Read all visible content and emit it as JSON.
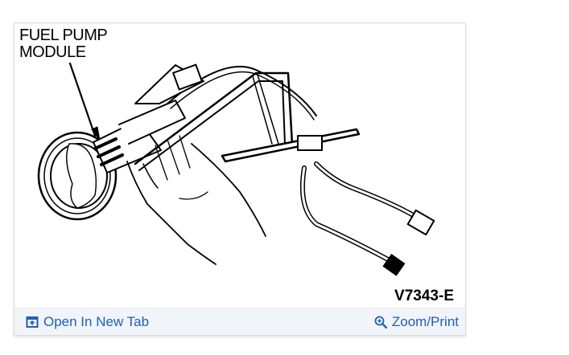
{
  "figure": {
    "callout_label_line1": "FUEL PUMP",
    "callout_label_line2": "MODULE",
    "figure_code": "V7343-E",
    "subject": "fuel pump module removal illustration"
  },
  "footer": {
    "open_new_tab_label": "Open In New Tab",
    "open_new_tab_icon": "open-in-new-tab-icon",
    "zoom_print_label": "Zoom/Print",
    "zoom_print_icon": "zoom-in-icon"
  },
  "colors": {
    "link": "#2060b0",
    "footer_bg": "#f1f4f9",
    "border": "#dcdcdc"
  }
}
